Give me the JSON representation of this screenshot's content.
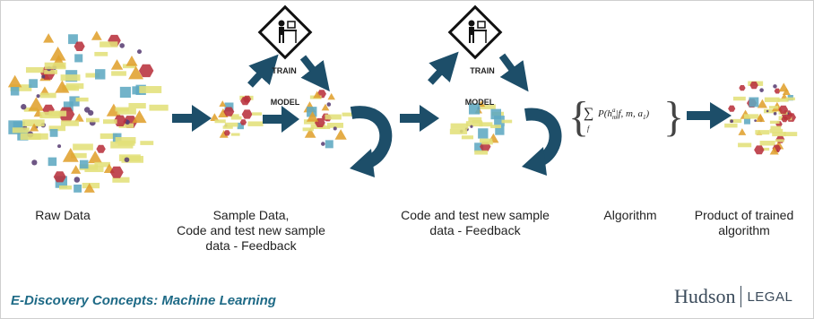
{
  "stages": {
    "raw": "Raw Data",
    "sample_l1": "Sample Data,",
    "sample_l2": "Code and test new sample",
    "sample_l3": "data - Feedback",
    "code_l1": "Code and test new sample",
    "code_l2": "data - Feedback",
    "algorithm": "Algorithm",
    "product_l1": "Product of trained",
    "product_l2": "algorithm"
  },
  "train_label": "TRAIN",
  "model_label": "MODEL",
  "formula": {
    "sum": "∑",
    "sub": "f",
    "body": "P(h",
    "h_sub": "m",
    "h_sup": "a",
    "rest": "|f, m, a",
    "a_sub": "1",
    "close": ")"
  },
  "footer_title": "E-Discovery Concepts: Machine Learning",
  "brand": {
    "name": "Hudson",
    "suffix": "LEGAL"
  },
  "colors": {
    "arrow": "#1d4e69",
    "red": "#b8313c",
    "teal": "#5ea8c2",
    "orange": "#e0a02e",
    "yellow": "#e3e07a",
    "purple": "#5a3f74",
    "footer": "#1e6a86"
  }
}
